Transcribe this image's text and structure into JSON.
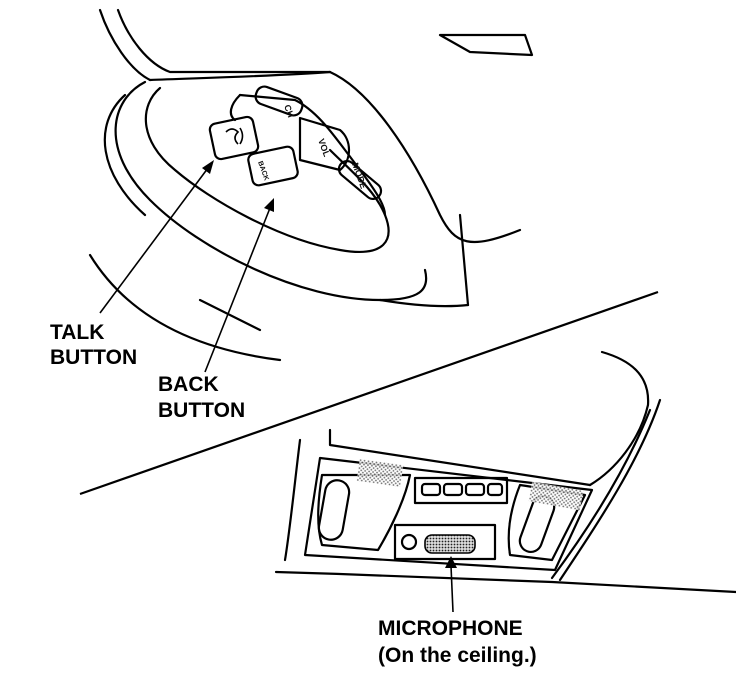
{
  "labels": {
    "talk_line1": "TALK",
    "talk_line2": "BUTTON",
    "back_line1": "BACK",
    "back_line2": "BUTTON",
    "mic_line1": "MICROPHONE",
    "mic_line2": "(On the ceiling.)"
  },
  "wheel_controls": {
    "ch": "CH",
    "vol": "VOL",
    "mode": "MODE",
    "back": "BACK"
  },
  "colors": {
    "ink": "#000000",
    "background": "#ffffff",
    "halftone": "#8a8a8a"
  }
}
